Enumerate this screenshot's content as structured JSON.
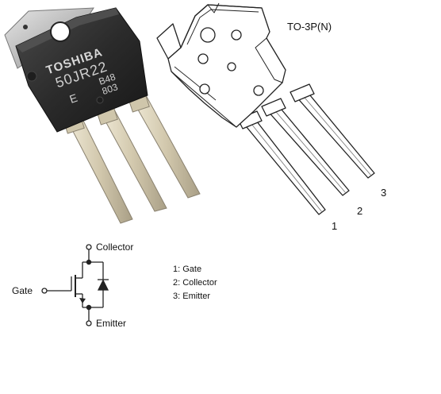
{
  "package": {
    "name": "TO-3P(N)",
    "pin_numbers": [
      "1",
      "2",
      "3"
    ]
  },
  "photo": {
    "brand": "TOSHIBA",
    "part_number": "50JR22",
    "code_line1": "B48",
    "code_line2": "803",
    "mark": "E"
  },
  "symbol": {
    "collector": "Collector",
    "gate": "Gate",
    "emitter": "Emitter"
  },
  "pinout": [
    "1: Gate",
    "2: Collector",
    "3: Emitter"
  ],
  "colors": {
    "body": "#2a2a2a",
    "body_top": "#3c3c3c",
    "tab": "#bdbdbd",
    "leg": "#ddd6c2",
    "stroke": "#222222"
  }
}
